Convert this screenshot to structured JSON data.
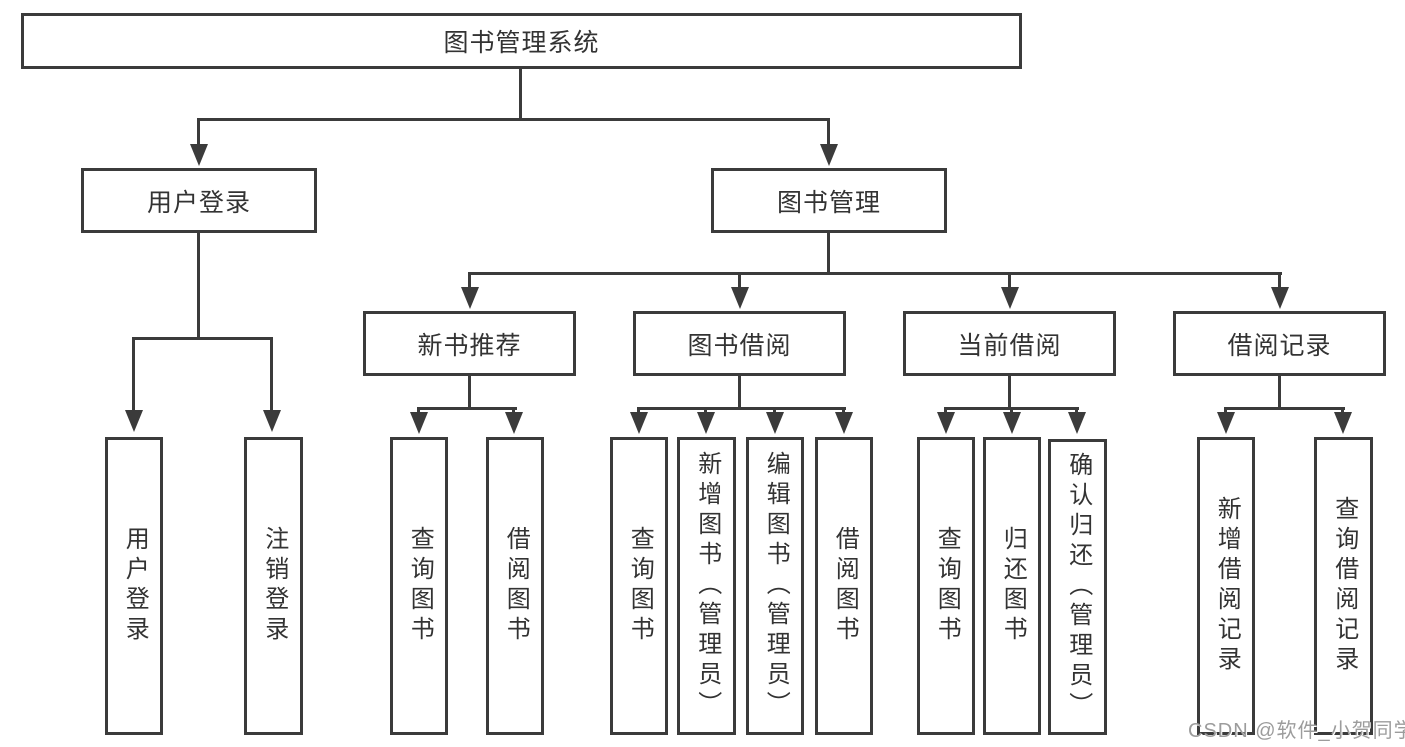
{
  "diagram_type": "hierarchy-chart",
  "tree": {
    "label": "图书管理系统",
    "children": [
      {
        "label": "用户登录",
        "children": [
          {
            "label": "用户登录"
          },
          {
            "label": "注销登录"
          }
        ]
      },
      {
        "label": "图书管理",
        "children": [
          {
            "label": "新书推荐",
            "children": [
              {
                "label": "查询图书"
              },
              {
                "label": "借阅图书"
              }
            ]
          },
          {
            "label": "图书借阅",
            "children": [
              {
                "label": "查询图书"
              },
              {
                "label": "新增图书（管理员）"
              },
              {
                "label": "编辑图书（管理员）"
              },
              {
                "label": "借阅图书"
              }
            ]
          },
          {
            "label": "当前借阅",
            "children": [
              {
                "label": "查询图书"
              },
              {
                "label": "归还图书"
              },
              {
                "label": "确认归还（管理员）"
              }
            ]
          },
          {
            "label": "借阅记录",
            "children": [
              {
                "label": "新增借阅记录"
              },
              {
                "label": "查询借阅记录"
              }
            ]
          }
        ]
      }
    ]
  },
  "watermark": {
    "text": "CSDN @软件_小贺同学"
  },
  "colors": {
    "line": "#3b3b3b",
    "text": "#333333",
    "background": "#ffffff",
    "watermark": "#9c9c9c"
  }
}
